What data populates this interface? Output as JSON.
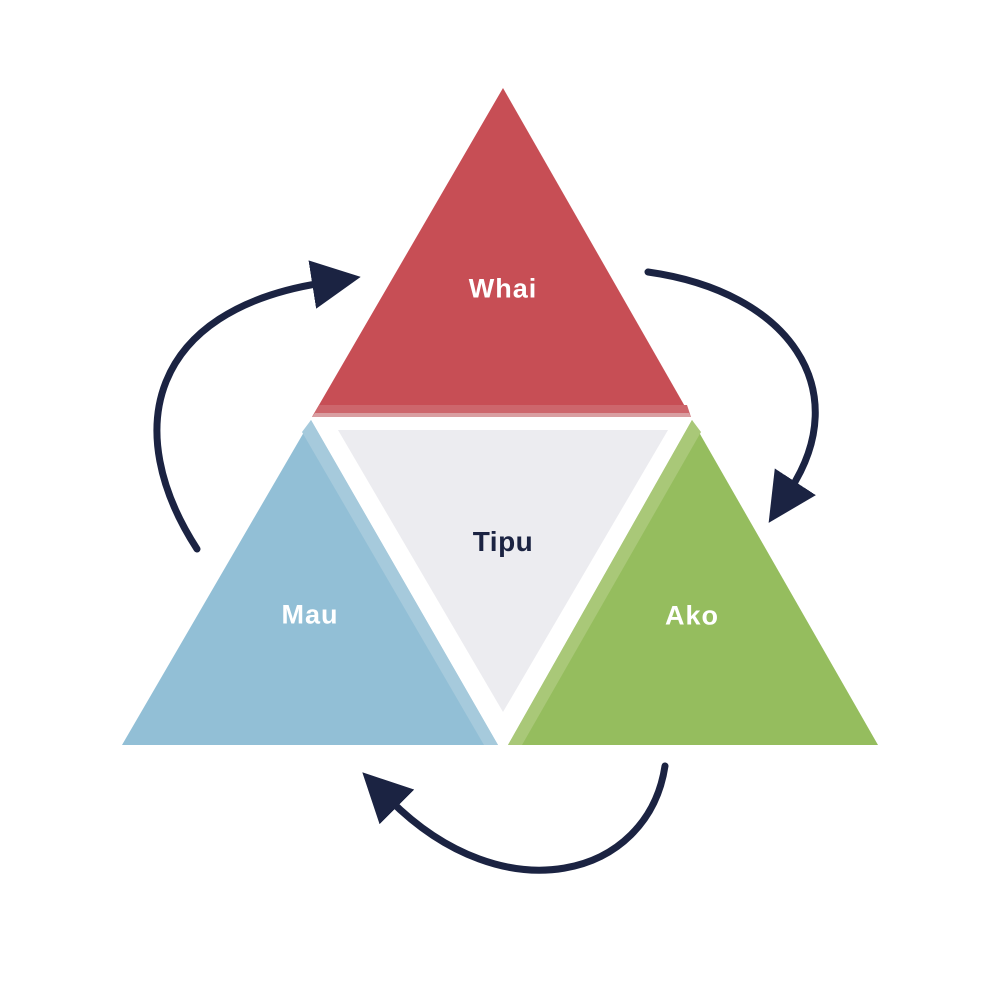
{
  "page": {
    "background": "#ffffff"
  },
  "diagram": {
    "name": "triangle-cycle-diagram",
    "sections": [
      {
        "label": "Whai",
        "position": "top",
        "color": "#c74e55",
        "highlight": "#cd666c",
        "highlight_edge": "#d99ea1",
        "text_color": "#ffffff"
      },
      {
        "label": "Mau",
        "position": "bottom-left",
        "color": "#92bfd6",
        "highlight": "#a6cadc",
        "text_color": "#ffffff"
      },
      {
        "label": "Ako",
        "position": "bottom-right",
        "color": "#95bd5e",
        "highlight": "#a9c878",
        "text_color": "#ffffff"
      },
      {
        "label": "Tipu",
        "position": "center",
        "color": "#ececf0",
        "text_color": "#1b2342"
      }
    ],
    "arrows": {
      "color": "#1b2342",
      "direction": "clockwise",
      "items": [
        {
          "name": "left-arrow",
          "from": "Mau",
          "to": "Whai"
        },
        {
          "name": "right-arrow",
          "from": "Whai",
          "to": "Ako"
        },
        {
          "name": "bottom-arrow",
          "from": "Ako",
          "to": "Mau"
        }
      ]
    }
  }
}
